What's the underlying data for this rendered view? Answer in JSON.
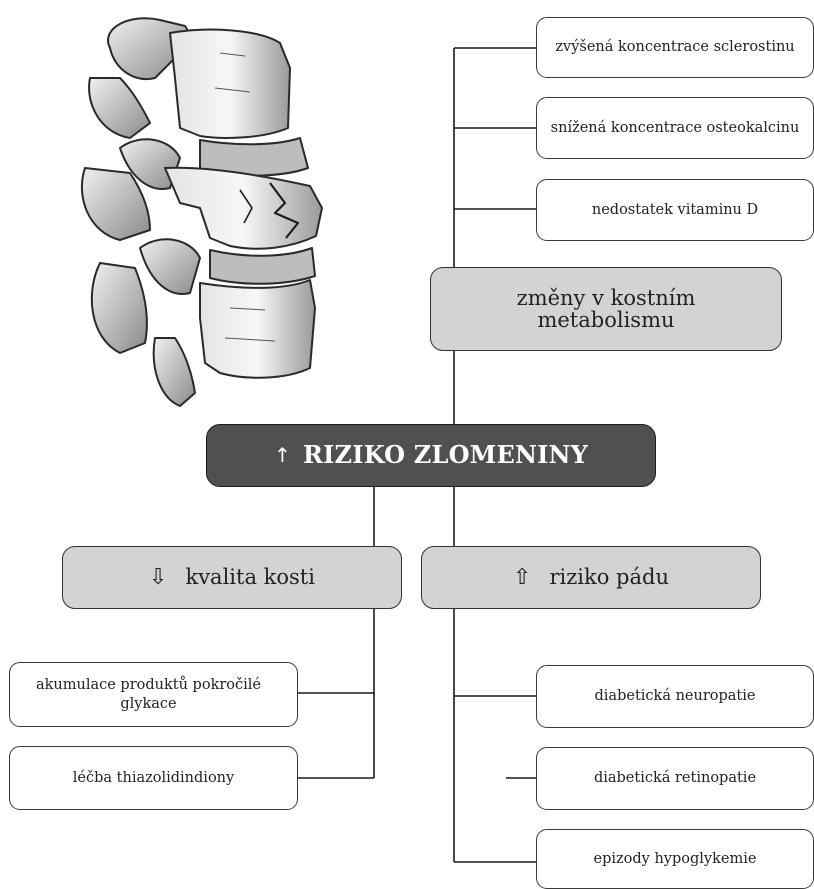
{
  "center_node": {
    "label": "RIZIKO ZLOMENINY",
    "arrow": "↑"
  },
  "metabolism_node": {
    "label": "změny v kostním metabolismu"
  },
  "metabolism_items": [
    "zvýšená koncentrace sclerostinu",
    "snížená koncentrace osteokalcinu",
    "nedostatek vitaminu D"
  ],
  "bone_quality_node": {
    "label": "kvalita kosti",
    "arrow": "⇩"
  },
  "fall_risk_node": {
    "label": "riziko pádu",
    "arrow": "⇧"
  },
  "bone_quality_items": [
    "akumulace produktů pokročilé glykace",
    "léčba thiazolidindiony"
  ],
  "fall_risk_items": [
    "diabetická neuropatie",
    "diabetická retinopatie",
    "epizody hypoglykemie"
  ],
  "colors": {
    "center_fill": "#505050",
    "category_fill": "#d3d3d3",
    "leaf_fill": "#ffffff",
    "line": "#1a1a1a"
  },
  "illustration": {
    "icon": "vertebral-fracture-spine-icon"
  }
}
